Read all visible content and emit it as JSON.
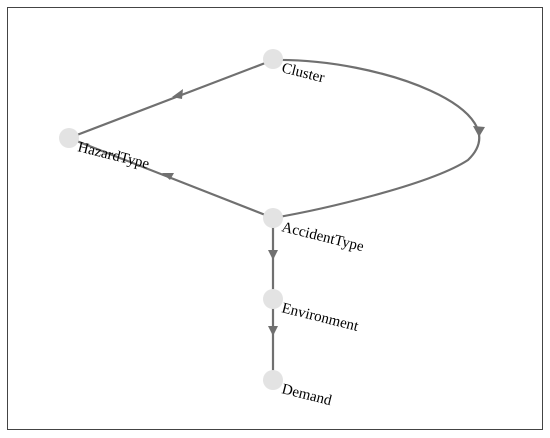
{
  "colors": {
    "edge": "#707070",
    "node": "#e3e3e3",
    "frame": "#444444",
    "label": "#000000"
  },
  "nodes": [
    {
      "id": "Cluster",
      "label": "Cluster"
    },
    {
      "id": "HazardType",
      "label": "HazardType"
    },
    {
      "id": "AccidentType",
      "label": "AccidentType"
    },
    {
      "id": "Environment",
      "label": "Environment"
    },
    {
      "id": "Demand",
      "label": "Demand"
    }
  ],
  "edges": [
    {
      "from": "Cluster",
      "to": "HazardType"
    },
    {
      "from": "Cluster",
      "to": "AccidentType"
    },
    {
      "from": "AccidentType",
      "to": "HazardType"
    },
    {
      "from": "AccidentType",
      "to": "Environment"
    },
    {
      "from": "Environment",
      "to": "Demand"
    }
  ]
}
